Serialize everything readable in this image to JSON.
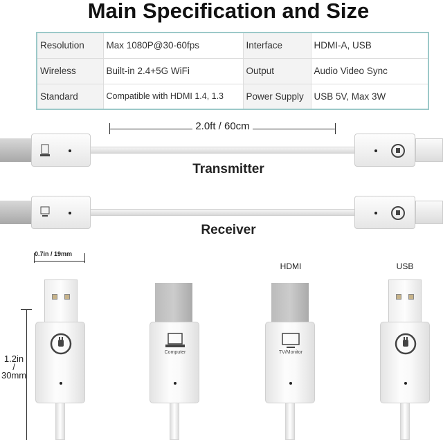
{
  "title": "Main Specification and Size",
  "specs": [
    [
      "Resolution",
      "Max 1080P@30-60fps",
      "Interface",
      "HDMI-A, USB"
    ],
    [
      "Wireless",
      "Built-in 2.4+5G WiFi",
      "Output",
      "Audio Video Sync"
    ],
    [
      "Standard",
      "Compatible with HDMI 1.4, 1.3",
      "Power Supply",
      "USB 5V, Max 3W"
    ]
  ],
  "length_label": "2.0ft / 60cm",
  "transmitter_label": "Transmitter",
  "receiver_label": "Receiver",
  "computer_label": "Computer",
  "monitor_label": "TV/Monitor",
  "width_label": "0.7in / 19mm",
  "height_label_1": "1.2in",
  "height_label_2": "/",
  "height_label_3": "30mm",
  "hdmi_label": "HDMI",
  "usb_label": "USB"
}
